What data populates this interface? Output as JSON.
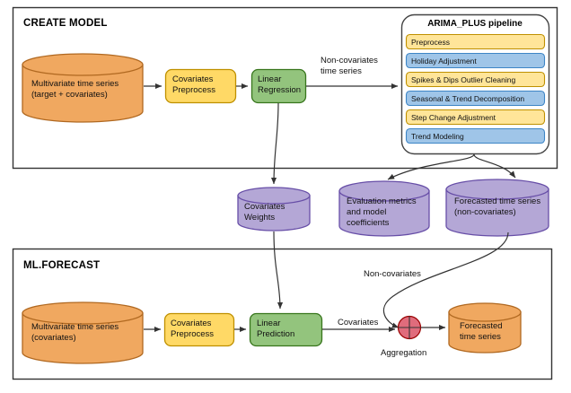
{
  "diagram": {
    "title_create_model": "CREATE MODEL",
    "title_ml_forecast": "ML.FORECAST",
    "colors": {
      "orange_fill": "#f0a860",
      "orange_stroke": "#b06820",
      "yellow_fill": "#ffd966",
      "yellow_stroke": "#bf9000",
      "green_fill": "#93c47d",
      "green_stroke": "#38761d",
      "purple_fill": "#b4a7d6",
      "purple_stroke": "#674ea7",
      "blue_fill": "#9fc5e8",
      "blue_stroke": "#3d85c6",
      "pipe_yellow_fill": "#ffe599",
      "pipe_yellow_stroke": "#bf9000",
      "red_fill": "#e06c7c",
      "red_stroke": "#990000",
      "line": "#333333",
      "box_stroke": "#333333"
    }
  },
  "create_model": {
    "source_db": "Multivariate time series\n(target + covariates)",
    "covariates_preprocess": "Covariates\nPreprocess",
    "linear_regression": "Linear\nRegression",
    "edge_non_covariates": "Non-covariates\ntime series"
  },
  "pipeline": {
    "title": "ARIMA_PLUS pipeline",
    "steps": [
      {
        "label": "Preprocess",
        "tone": "yellow"
      },
      {
        "label": "Holiday Adjustment",
        "tone": "blue"
      },
      {
        "label": "Spikes & Dips Outlier Cleaning",
        "tone": "yellow"
      },
      {
        "label": "Seasonal & Trend Decomposition",
        "tone": "blue"
      },
      {
        "label": "Step Change Adjustment",
        "tone": "yellow"
      },
      {
        "label": "Trend Modeling",
        "tone": "blue"
      }
    ]
  },
  "intermediates": {
    "covariates_weights": "Covariates\nWeights",
    "evaluation_metrics": "Evaluation metrics\nand model\ncoefficients",
    "forecasted_non_covariates": "Forecasted time series\n(non-covariates)"
  },
  "ml_forecast": {
    "source_db": "Multivariate time series\n(covariates)",
    "covariates_preprocess": "Covariates\nPreprocess",
    "linear_prediction": "Linear\nPrediction",
    "edge_covariates": "Covariates",
    "edge_non_covariates": "Non-covariates",
    "aggregation_label": "Aggregation",
    "output_db": "Forecasted\ntime series"
  }
}
